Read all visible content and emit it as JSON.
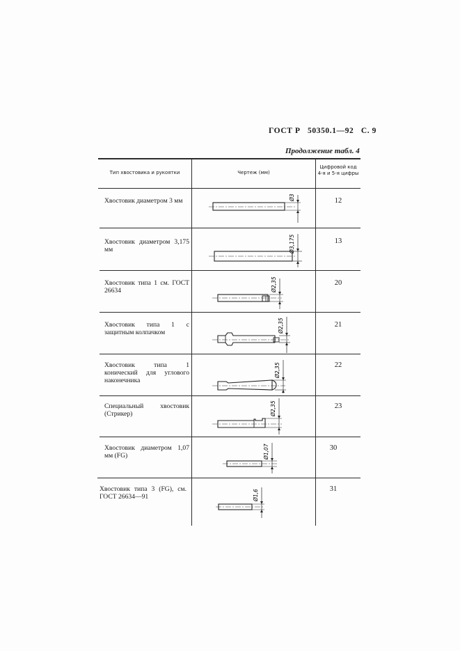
{
  "page_header": {
    "standard": "ГОСТ Р   50350.1—92   С. 9",
    "continuation": "Продолжение табл. 4"
  },
  "table": {
    "columns": [
      "Тип хвостовика и рукоятки",
      "Чертеж (мм)",
      "Цифровой код 4-я и 5-я цифры"
    ],
    "rows": [
      {
        "type": "Хвостовик диаметром 3 мм",
        "dimension": "Ø3",
        "code": "12"
      },
      {
        "type": "Хвостовик диаметром 3,175 мм",
        "dimension": "Ø3,175",
        "code": "13"
      },
      {
        "type": "Хвостовик типа 1 см. ГОСТ 26634",
        "dimension": "Ø2,35",
        "code": "20"
      },
      {
        "type": "Хвостовик типа 1 с защитным колпачком",
        "dimension": "Ø2,35",
        "code": "21"
      },
      {
        "type": "Хвостовик типа 1 конический для углового наконечника",
        "dimension": "Ø2,35",
        "code": "22"
      },
      {
        "type": "Специальный хвостовик (Стрикер)",
        "dimension": "Ø2,35",
        "code": "23"
      },
      {
        "type": "Хвостовик диаметром 1,07 мм (FG)",
        "dimension": "Ø1,07",
        "code": "30"
      },
      {
        "type": "Хвостовик типа 3 (FG), см. ГОСТ 26634—91",
        "dimension": "Ø1,6",
        "code": "31"
      }
    ]
  }
}
